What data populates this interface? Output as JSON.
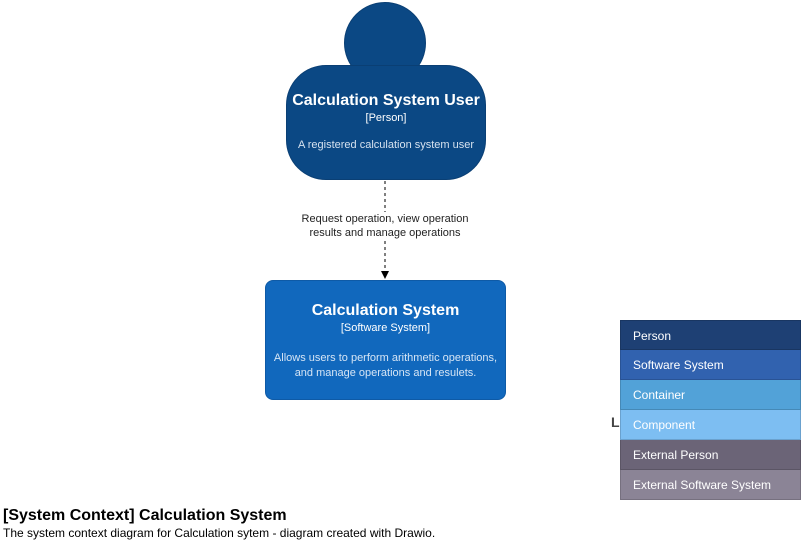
{
  "person": {
    "title": "Calculation System User",
    "type": "[Person]",
    "description": "A registered calculation system user"
  },
  "relationship": {
    "line1": "Request operation, view operation",
    "line2": "results and manage operations"
  },
  "system": {
    "title": "Calculation System",
    "type": "[Software System]",
    "description_line1": "Allows users to perform arithmetic operations,",
    "description_line2": "and manage operations and resulets."
  },
  "legend": {
    "peek": "L",
    "items": [
      {
        "label": "Person",
        "color": "#1e4074"
      },
      {
        "label": "Software System",
        "color": "#3162af"
      },
      {
        "label": "Container",
        "color": "#52a2d8"
      },
      {
        "label": "Component",
        "color": "#7dbef2"
      },
      {
        "label": "External Person",
        "color": "#6b6477"
      },
      {
        "label": "External Software System",
        "color": "#8b8496"
      }
    ]
  },
  "footer": {
    "title": "[System Context] Calculation System",
    "subtitle": "The system context diagram for Calculation sytem - diagram created with Drawio."
  }
}
